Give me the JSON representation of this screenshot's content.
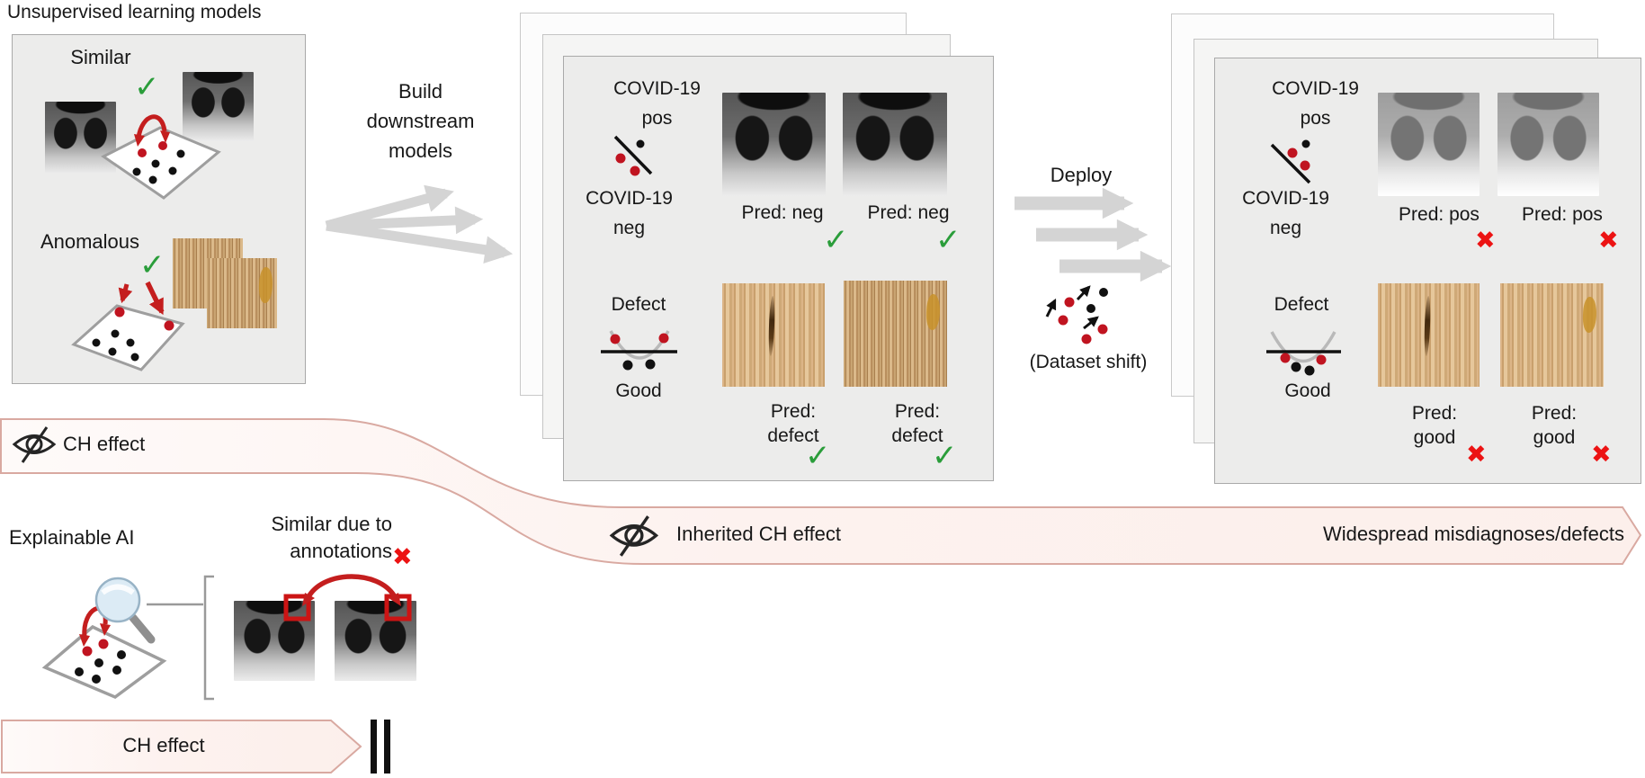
{
  "title": "Unsupervised learning models",
  "icons": {
    "check": "✓",
    "cross": "✖"
  },
  "colors": {
    "accent_red": "#c41e1e",
    "success_green": "#2a9d3a",
    "band_fill": "#fdf3f0",
    "band_border": "#d9a9a1",
    "panel_fill": "#ececeb",
    "panel_border": "#a9a9a9",
    "arrow_gray": "#d4d4d4"
  },
  "left_panel": {
    "similar": "Similar",
    "anomalous": "Anomalous"
  },
  "build_label": {
    "l1": "Build",
    "l2": "downstream",
    "l3": "models"
  },
  "train_panel": {
    "covid_pos_1": "COVID-19",
    "covid_pos_2": "pos",
    "covid_neg_1": "COVID-19",
    "covid_neg_2": "neg",
    "pred_a": "Pred: neg",
    "pred_b": "Pred: neg",
    "defect": "Defect",
    "good": "Good",
    "pred_c1": "Pred:",
    "pred_c2": "defect",
    "pred_d1": "Pred:",
    "pred_d2": "defect"
  },
  "deploy": {
    "label": "Deploy",
    "shift": "(Dataset shift)"
  },
  "deploy_panel": {
    "covid_pos_1": "COVID-19",
    "covid_pos_2": "pos",
    "covid_neg_1": "COVID-19",
    "covid_neg_2": "neg",
    "pred_a": "Pred: pos",
    "pred_b": "Pred: pos",
    "defect": "Defect",
    "good": "Good",
    "pred_c1": "Pred:",
    "pred_c2": "good",
    "pred_d1": "Pred:",
    "pred_d2": "good"
  },
  "ch_banner": {
    "label": "CH effect"
  },
  "band": {
    "inherited": "Inherited CH effect",
    "widespread": "Widespread misdiagnoses/defects"
  },
  "xai": {
    "label": "Explainable AI",
    "note1": "Similar due to",
    "note2": "annotations"
  },
  "bottom_banner": {
    "label": "CH effect"
  }
}
